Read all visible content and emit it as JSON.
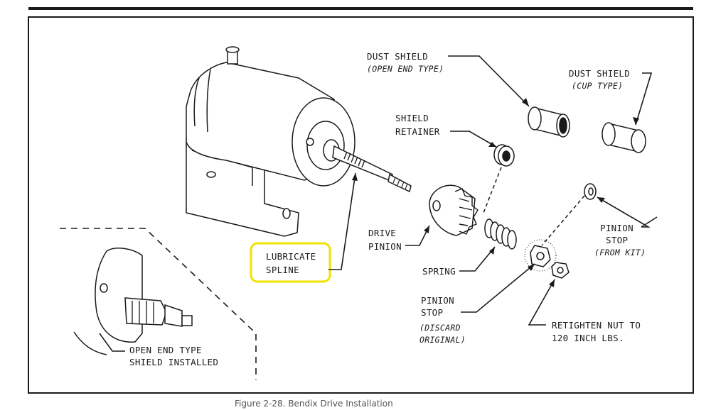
{
  "labels": {
    "dust_shield_open_1": "DUST SHIELD",
    "dust_shield_open_2": "(OPEN END TYPE)",
    "dust_shield_cup_1": "DUST SHIELD",
    "dust_shield_cup_2": "(CUP TYPE)",
    "shield_retainer_1": "SHIELD",
    "shield_retainer_2": "RETAINER",
    "drive_pinion_1": "DRIVE",
    "drive_pinion_2": "PINION",
    "lubricate_1": "LUBRICATE",
    "lubricate_2": "SPLINE",
    "spring": "SPRING",
    "pinion_stop_kit_1": "PINION",
    "pinion_stop_kit_2": "STOP",
    "pinion_stop_kit_3": "(FROM KIT)",
    "pinion_stop_orig_1": "PINION",
    "pinion_stop_orig_2": "STOP",
    "pinion_stop_orig_3": "(DISCARD",
    "pinion_stop_orig_4": "ORIGINAL)",
    "retighten_1": "RETIGHTEN NUT TO",
    "retighten_2": "120 INCH LBS.",
    "inset_1": "OPEN END TYPE",
    "inset_2": "SHIELD INSTALLED"
  },
  "caption": "Figure 2-28. Bendix Drive Installation",
  "colors": {
    "highlight": "#f2e200",
    "ink": "#1a1a1a"
  }
}
